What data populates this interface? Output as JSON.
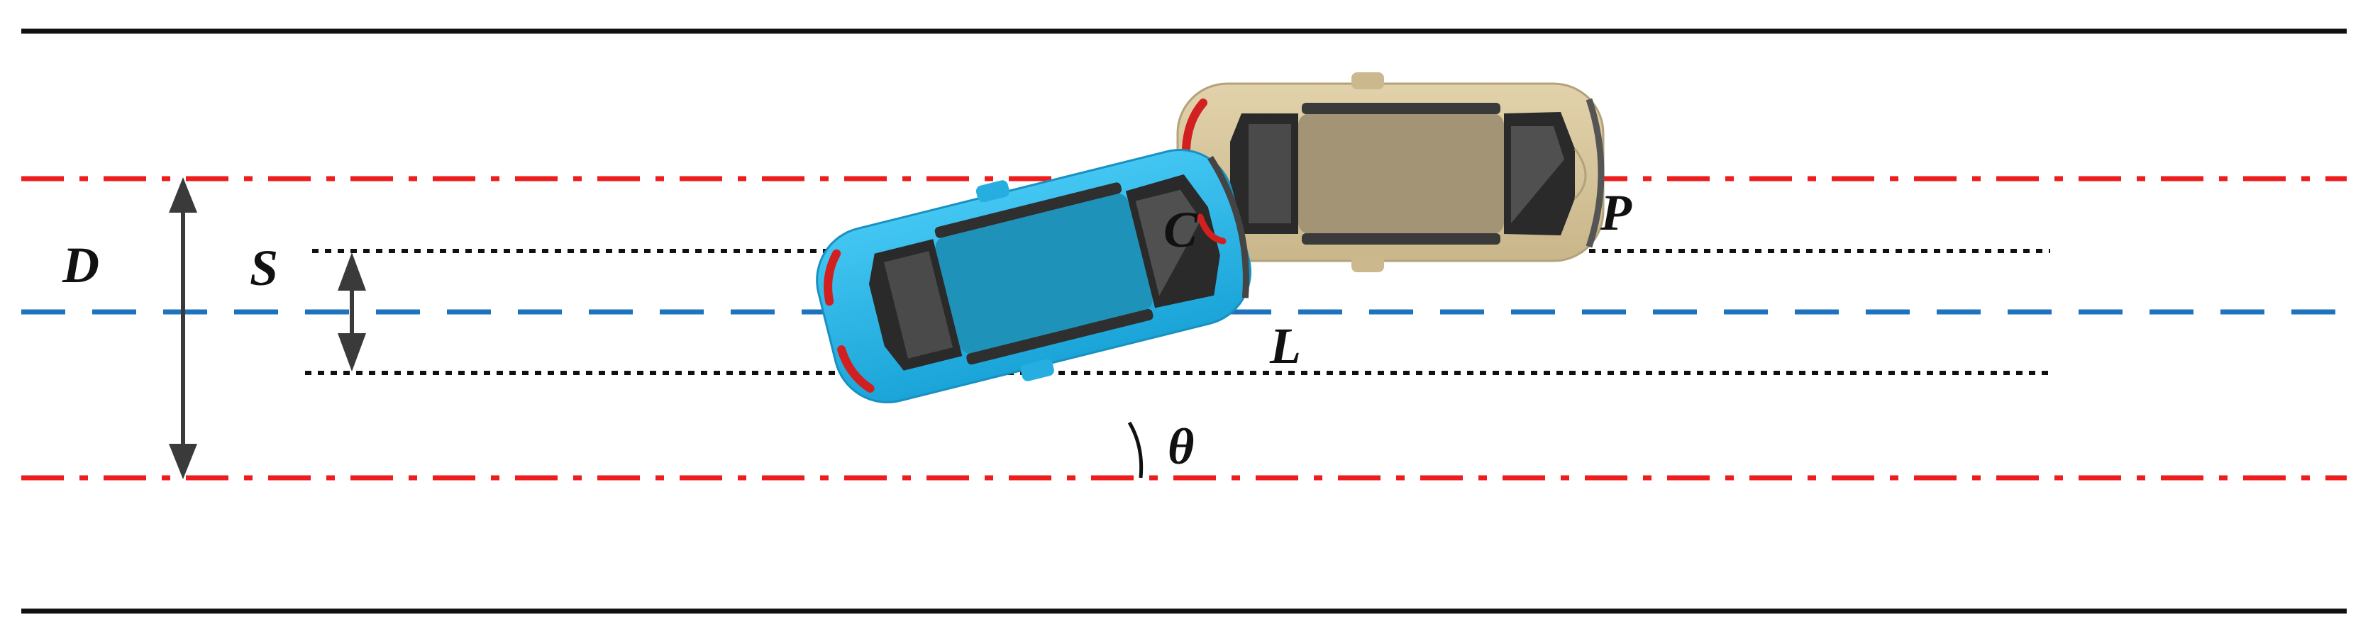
{
  "labels": {
    "D": "D",
    "S": "S",
    "C": "C",
    "L": "L",
    "P": "P",
    "theta": "θ"
  },
  "colors": {
    "road_border": "#111111",
    "lane_boundary": "#ee1c1c",
    "centerline": "#1e73be",
    "offset_line": "#111111",
    "arrow": "#3a3a3a",
    "blue_car": "#29b6e6",
    "tan_car": "#d6c49a"
  },
  "icons": {
    "blue_car": "car-top-view-icon",
    "tan_car": "car-top-view-icon"
  }
}
